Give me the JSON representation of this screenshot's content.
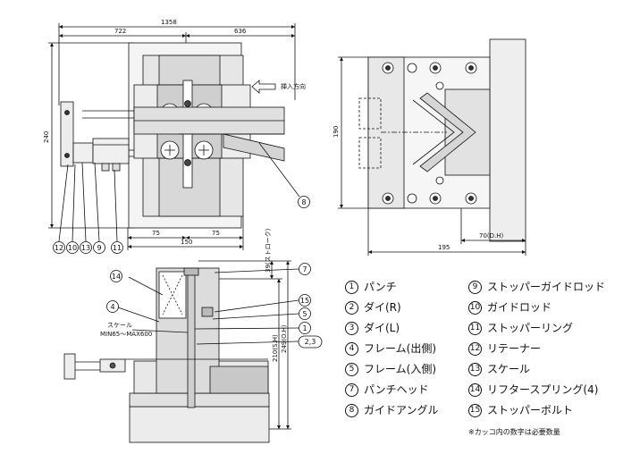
{
  "dimensions": {
    "total_width": "1358",
    "left_width": "722",
    "right_width": "636",
    "plan_height": "240",
    "left_75": "75",
    "right_75": "75",
    "bottom_150": "150",
    "side_height": "190",
    "side_dh": "70(D.H)",
    "side_width": "195",
    "stroke": "39(ストローク)",
    "sh": "210(S.H)",
    "oh": "249(O.H)"
  },
  "labels": {
    "insert_direction": "挿入方向",
    "scale": "スケール",
    "scale_range": "MIN65～MAX600"
  },
  "balloons": {
    "b1": "1",
    "b23": "2,3",
    "b4": "4",
    "b5": "5",
    "b7": "7",
    "b8": "8",
    "b9": "9",
    "b10": "10",
    "b11": "11",
    "b12": "12",
    "b13": "13",
    "b14": "14",
    "b15": "15"
  },
  "legend": [
    {
      "num": "1",
      "label": "パンチ"
    },
    {
      "num": "2",
      "label": "ダイ(R)"
    },
    {
      "num": "3",
      "label": "ダイ(L)"
    },
    {
      "num": "4",
      "label": "フレーム(出側)"
    },
    {
      "num": "5",
      "label": "フレーム(入側)"
    },
    {
      "num": "7",
      "label": "パンチヘッド"
    },
    {
      "num": "8",
      "label": "ガイドアングル"
    },
    {
      "num": "9",
      "label": "ストッパーガイドロッド"
    },
    {
      "num": "10",
      "label": "ガイドロッド"
    },
    {
      "num": "11",
      "label": "ストッパーリング"
    },
    {
      "num": "12",
      "label": "リテーナー"
    },
    {
      "num": "13",
      "label": "スケール"
    },
    {
      "num": "14",
      "label": "リフタースプリング(4)"
    },
    {
      "num": "15",
      "label": "ストッパーボルト"
    }
  ],
  "note": "※カッコ内の数字は必要数量"
}
